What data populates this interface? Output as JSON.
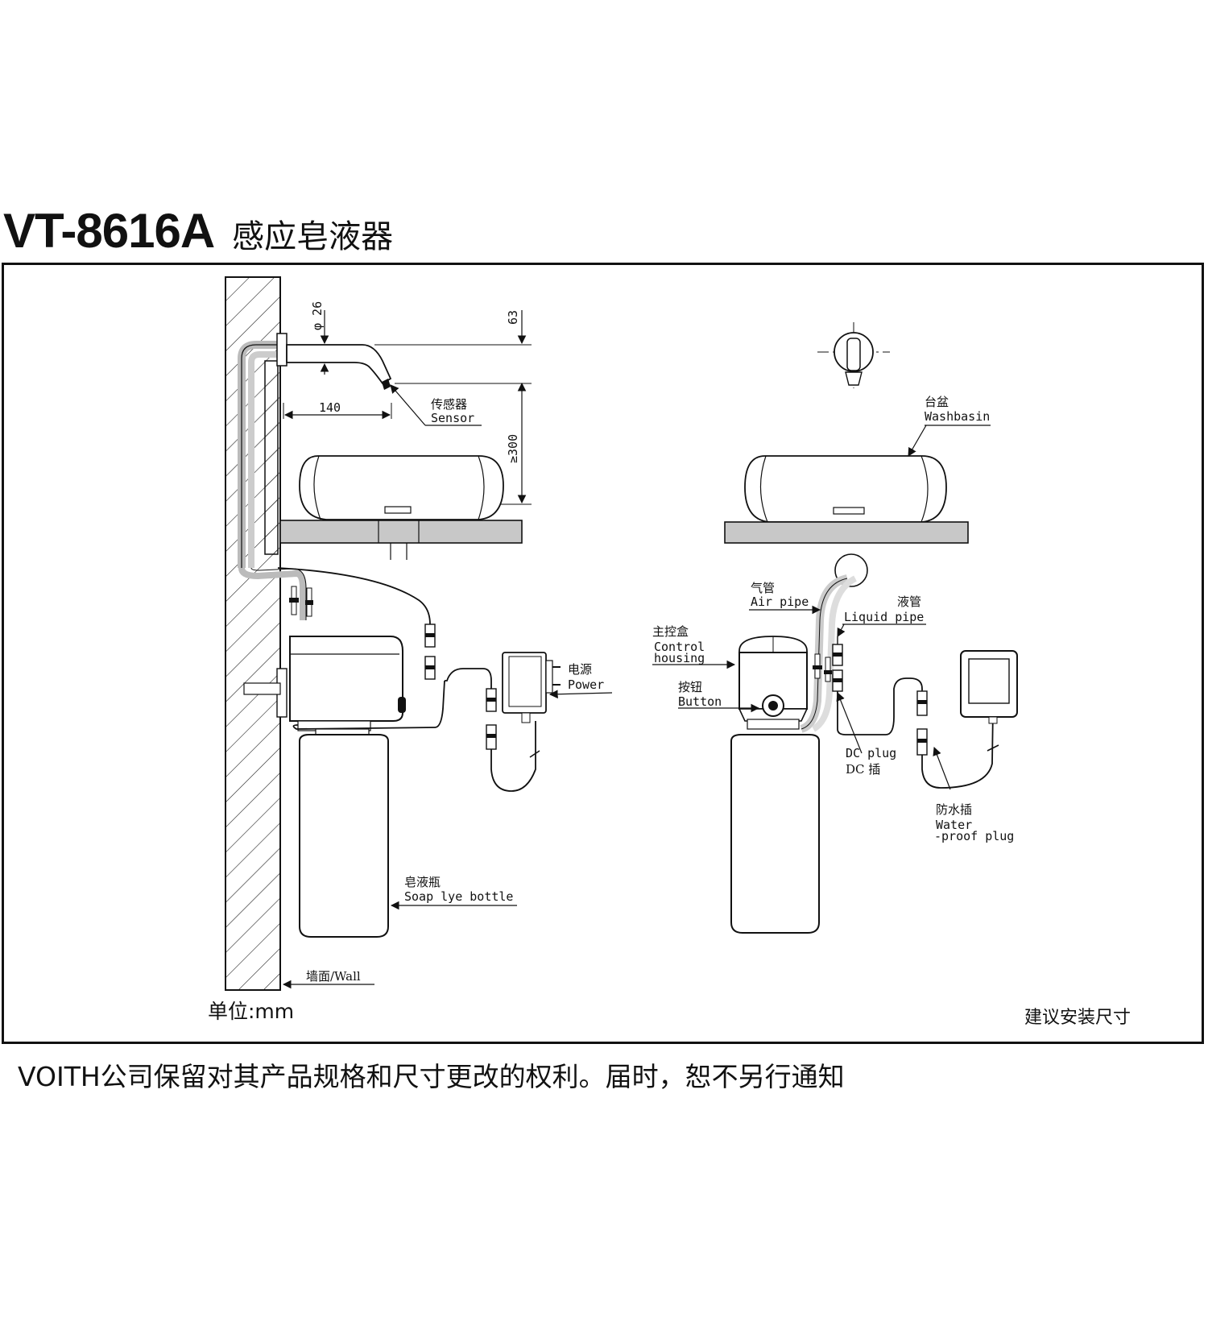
{
  "header": {
    "model": "VT-8616A",
    "product_name": "感应皂液器"
  },
  "footer": {
    "disclaimer": "VOITH公司保留对其产品规格和尺寸更改的权利。届时，恕不另行通知"
  },
  "frame": {
    "unit_note": "单位:mm",
    "view_note": "建议安装尺寸"
  },
  "side_view": {
    "dimensions": {
      "diameter": "φ 26",
      "height_top": "63",
      "reach": "140",
      "clearance": "≥300"
    },
    "labels": {
      "sensor_cn": "传感器",
      "sensor_en": "Sensor",
      "power_cn": "电源",
      "power_en": "Power",
      "bottle_cn": "皂液瓶",
      "bottle_en": "Soap lye bottle",
      "wall": "墙面/Wall"
    }
  },
  "front_view": {
    "labels": {
      "washbasin_cn": "台盆",
      "washbasin_en": "Washbasin",
      "air_pipe_cn": "气管",
      "air_pipe_en": "Air pipe",
      "liquid_pipe_cn": "液管",
      "liquid_pipe_en": "Liquid pipe",
      "control_cn": "主控盒",
      "control_en_1": "Control",
      "control_en_2": "housing",
      "button_cn": "按钮",
      "button_en": "Button",
      "dc_plug_en": "DC plug",
      "dc_plug_cn": "DC 插",
      "waterproof_cn": "防水插",
      "waterproof_en_1": "Water",
      "waterproof_en_2": "-proof plug"
    }
  },
  "icons": [
    "faucet-icon",
    "soap-bottle-icon",
    "power-adapter-icon",
    "control-box-icon",
    "wall-hatch-icon"
  ]
}
